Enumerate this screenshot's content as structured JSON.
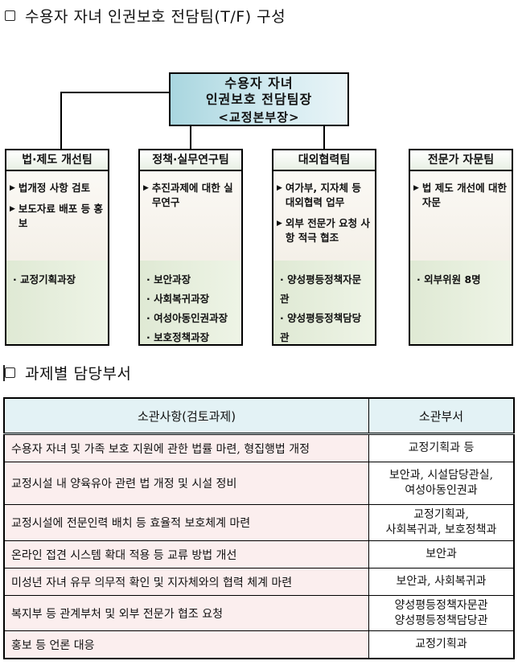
{
  "section1": {
    "title": "수용자 자녀 인권보호 전담팀(T/F) 구성"
  },
  "org": {
    "head": {
      "line1": "수용자 자녀",
      "line2": "인권보호 전담팀장",
      "line3": "<교정본부장>"
    },
    "teams": [
      {
        "name": "법·제도 개선팀",
        "tasks": [
          "법개정 사항 검토",
          "보도자료 배포 등 홍보"
        ],
        "members": [
          "교정기획과장"
        ]
      },
      {
        "name": "정책·실무연구팀",
        "tasks": [
          "추진과제에 대한 실무연구"
        ],
        "members": [
          "보안과장",
          "사회복귀과장",
          "여성아동인권과장",
          "보호정책과장"
        ]
      },
      {
        "name": "대외협력팀",
        "tasks": [
          "여가부, 지자체 등 대외협력 업무",
          "외부 전문가 요청 사항 적극 협조"
        ],
        "members": [
          "양성평등정책자문관",
          "양성평등정책담당관"
        ]
      },
      {
        "name": "전문가 자문팀",
        "tasks": [
          "법 제도 개선에 대한 자문"
        ],
        "members": [
          "외부위원 8명"
        ]
      }
    ]
  },
  "section2": {
    "title": "과제별 담당부서"
  },
  "table": {
    "headers": [
      "소관사항(검토과제)",
      "소관부서"
    ],
    "rows": [
      {
        "task": "수용자 자녀 및 가족 보호 지원에 관한 법률 마련, 형집행법 개정",
        "dept": [
          "교정기획과 등"
        ]
      },
      {
        "task": "교정시설 내 양육유아 관련 법 개정 및 시설 정비",
        "dept": [
          "보안과, 시설담당관실,",
          "여성아동인권과"
        ]
      },
      {
        "task": "교정시설에 전문인력 배치 등 효율적 보호체계 마련",
        "dept": [
          "교정기획과,",
          "사회복귀과, 보호정책과"
        ]
      },
      {
        "task": "온라인 접견 시스템 확대 적용 등 교류 방법 개선",
        "dept": [
          "보안과"
        ]
      },
      {
        "task": "미성년 자녀 유무 의무적 확인 및 지자체와의 협력 체계 마련",
        "dept": [
          "보안과, 사회복귀과"
        ]
      },
      {
        "task": "복지부 등 관계부처 및 외부 전문가 협조 요청",
        "dept": [
          "양성평등정책자문관",
          "양성평등정책담당관"
        ]
      },
      {
        "task": "홍보 등 언론 대응",
        "dept": [
          "교정기획과"
        ]
      }
    ]
  }
}
